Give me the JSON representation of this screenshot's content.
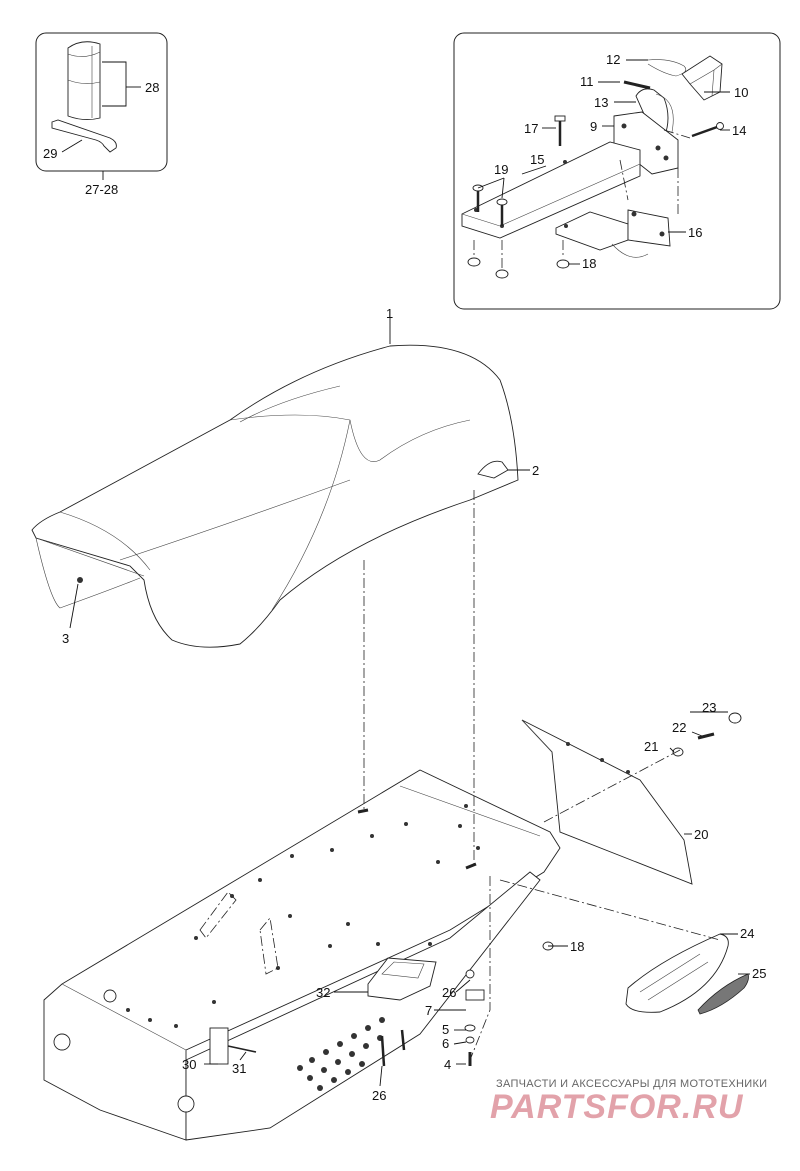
{
  "callouts": [
    {
      "id": "c28",
      "text": "28"
    },
    {
      "id": "c29",
      "text": "29"
    },
    {
      "id": "c2728",
      "text": "27-28"
    },
    {
      "id": "c12",
      "text": "12"
    },
    {
      "id": "c11",
      "text": "11"
    },
    {
      "id": "c10",
      "text": "10"
    },
    {
      "id": "c13",
      "text": "13"
    },
    {
      "id": "c17",
      "text": "17"
    },
    {
      "id": "c9",
      "text": "9"
    },
    {
      "id": "c14",
      "text": "14"
    },
    {
      "id": "c15",
      "text": "15"
    },
    {
      "id": "c19",
      "text": "19"
    },
    {
      "id": "c16",
      "text": "16"
    },
    {
      "id": "c18a",
      "text": "18"
    },
    {
      "id": "c1",
      "text": "1"
    },
    {
      "id": "c2",
      "text": "2"
    },
    {
      "id": "c3",
      "text": "3"
    },
    {
      "id": "c23",
      "text": "23"
    },
    {
      "id": "c22",
      "text": "22"
    },
    {
      "id": "c21",
      "text": "21"
    },
    {
      "id": "c20",
      "text": "20"
    },
    {
      "id": "c24",
      "text": "24"
    },
    {
      "id": "c18b",
      "text": "18"
    },
    {
      "id": "c25",
      "text": "25"
    },
    {
      "id": "c32",
      "text": "32"
    },
    {
      "id": "c26a",
      "text": "26"
    },
    {
      "id": "c7",
      "text": "7"
    },
    {
      "id": "c5",
      "text": "5"
    },
    {
      "id": "c6",
      "text": "6"
    },
    {
      "id": "c4",
      "text": "4"
    },
    {
      "id": "c30",
      "text": "30"
    },
    {
      "id": "c31",
      "text": "31"
    },
    {
      "id": "c26b",
      "text": "26"
    }
  ],
  "watermark": {
    "tagline": "ЗАПЧАСТИ И АКСЕССУАРЫ ДЛЯ МОТОТЕХНИКИ",
    "brand": "PARTSFOR.RU",
    "color": "#e2a2aa"
  }
}
